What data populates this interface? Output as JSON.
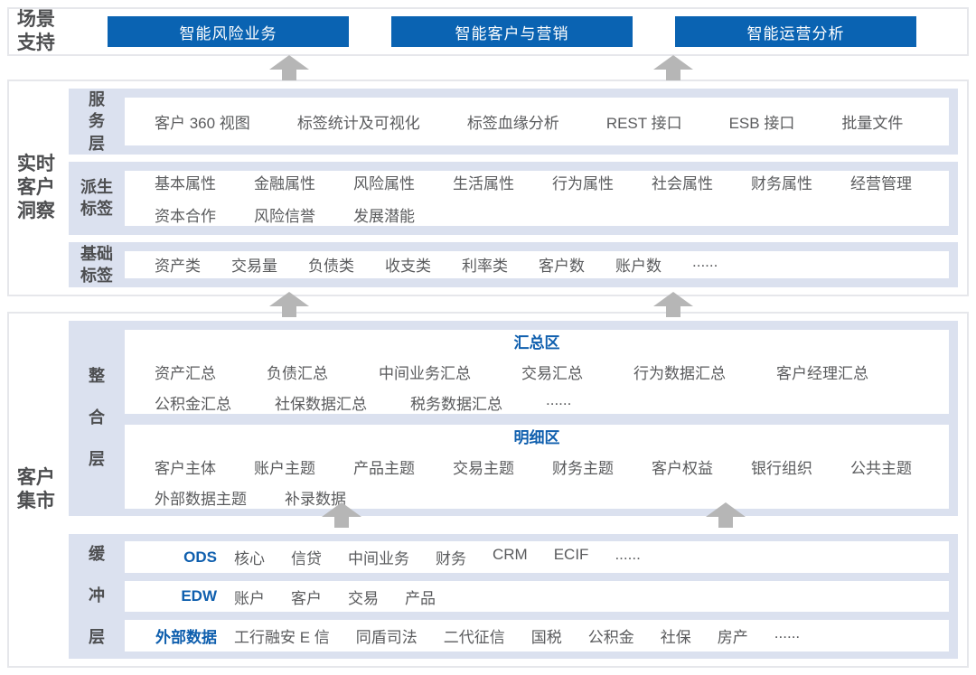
{
  "colors": {
    "accent_blue": "#0a63b2",
    "text_blue": "#0f5fae",
    "panel_periwinkle": "#dbe1ef",
    "item_text_gray": "#5a5b5d",
    "arrow_gray": "#b6b6b6",
    "border_gray": "#e6e7eb"
  },
  "scenario": {
    "label": "场景支持",
    "buttons": [
      "智能风险业务",
      "智能客户与营销",
      "智能运营分析"
    ]
  },
  "insight": {
    "label": "实时客户洞察",
    "service": {
      "label": "服务层",
      "items": [
        "客户 360 视图",
        "标签统计及可视化",
        "标签血缘分析",
        "REST 接口",
        "ESB 接口",
        "批量文件"
      ]
    },
    "derived": {
      "label": "派生标签",
      "line1": [
        "基本属性",
        "金融属性",
        "风险属性",
        "生活属性",
        "行为属性",
        "社会属性",
        "财务属性",
        "经营管理"
      ],
      "line2": [
        "资本合作",
        "风险信誉",
        "发展潜能"
      ]
    },
    "basic": {
      "label": "基础标签",
      "items": [
        "资产类",
        "交易量",
        "负债类",
        "收支类",
        "利率类",
        "客户数",
        "账户数",
        "......"
      ]
    }
  },
  "mart": {
    "label": "客户集市",
    "integration": {
      "label": "整合层",
      "summary": {
        "title": "汇总区",
        "line1": [
          "资产汇总",
          "负债汇总",
          "中间业务汇总",
          "交易汇总",
          "行为数据汇总",
          "客户经理汇总"
        ],
        "line2": [
          "公积金汇总",
          "社保数据汇总",
          "税务数据汇总",
          "......"
        ]
      },
      "detail": {
        "title": "明细区",
        "line1": [
          "客户主体",
          "账户主题",
          "产品主题",
          "交易主题",
          "财务主题",
          "客户权益",
          "银行组织",
          "公共主题"
        ],
        "line2": [
          "外部数据主题",
          "补录数据"
        ]
      }
    },
    "buffer": {
      "label": "缓冲层",
      "rows": [
        {
          "name": "ODS",
          "items": [
            "核心",
            "信贷",
            "中间业务",
            "财务",
            "CRM",
            "ECIF",
            "......"
          ]
        },
        {
          "name": "EDW",
          "items": [
            "账户",
            "客户",
            "交易",
            "产品"
          ]
        },
        {
          "name": "外部数据",
          "items": [
            "工行融安 E 信",
            "同盾司法",
            "二代征信",
            "国税",
            "公积金",
            "社保",
            "房产",
            "......"
          ]
        }
      ]
    }
  }
}
